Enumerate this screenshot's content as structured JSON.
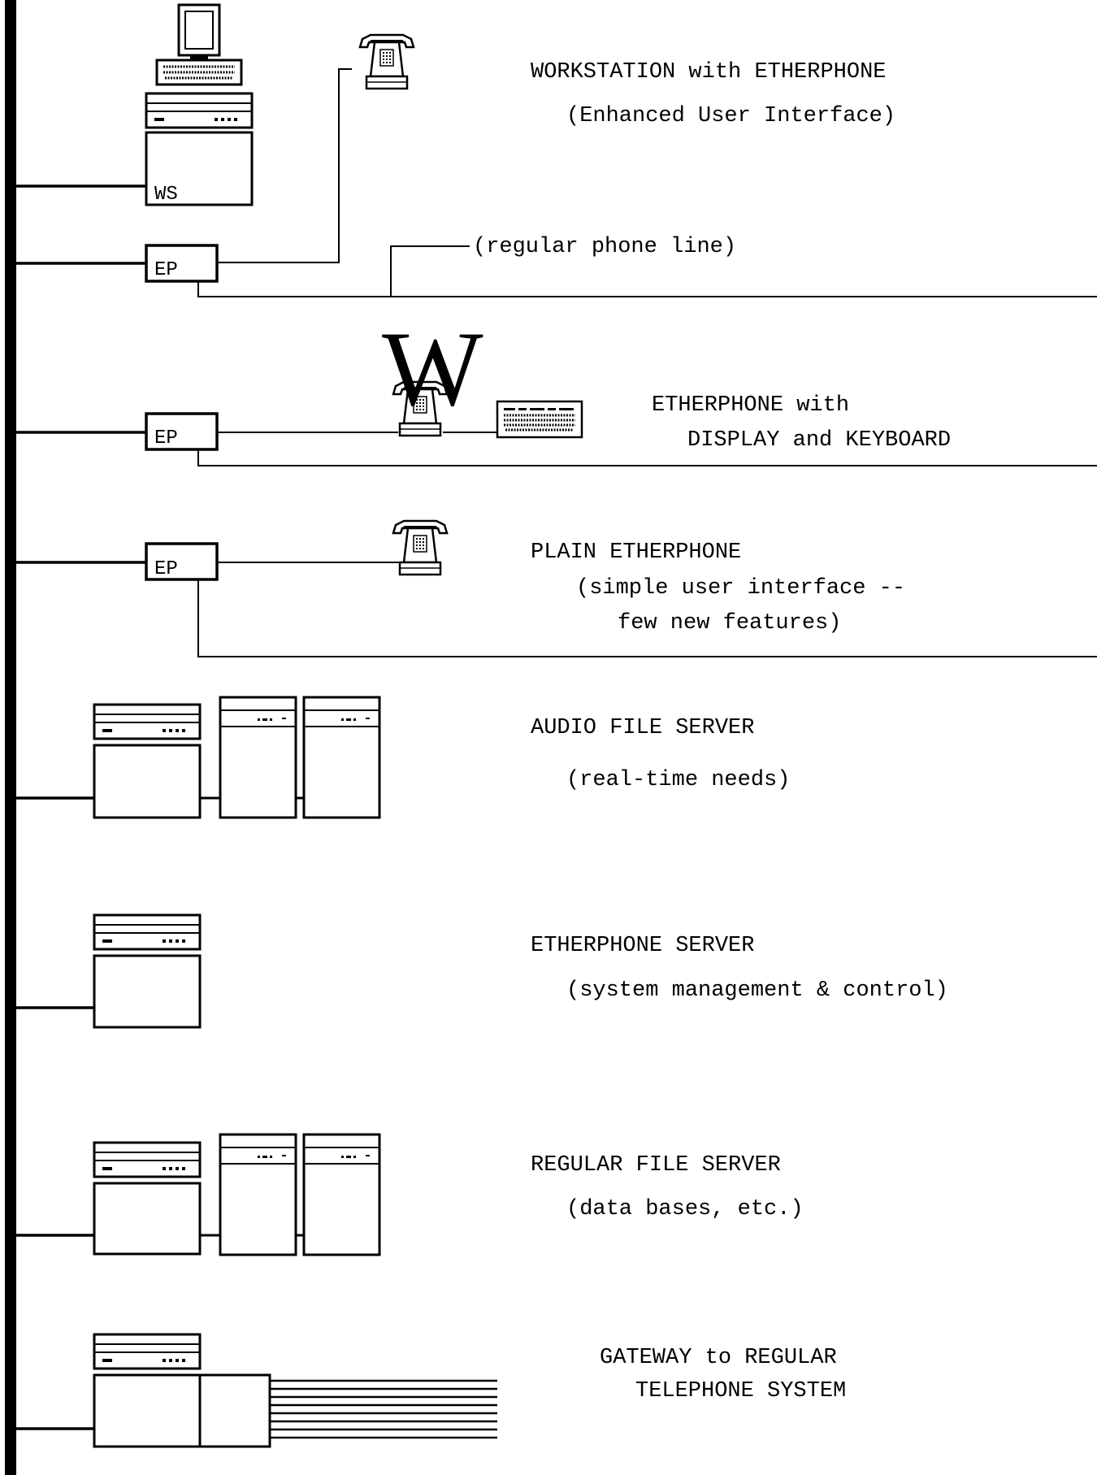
{
  "colors": {
    "ink": "#000000",
    "background": "#ffffff"
  },
  "rows": [
    {
      "id": "workstation",
      "title": "WORKSTATION with ETHERPHONE",
      "subtitle": "(Enhanced User Interface)",
      "ws_label": "WS",
      "ep_label": "EP",
      "phone_line_label": "(regular phone line)",
      "icons": [
        "terminal-icon",
        "keyboard-icon",
        "computer-icon",
        "telephone-icon"
      ]
    },
    {
      "id": "etherphone-display",
      "title": "ETHERPHONE with",
      "subtitle": "DISPLAY and KEYBOARD",
      "ep_label": "EP",
      "display_glyph": "W",
      "icons": [
        "telephone-icon",
        "keyboard-icon"
      ]
    },
    {
      "id": "plain-etherphone",
      "title": "PLAIN ETHERPHONE",
      "subtitle": "(simple user interface --",
      "subtitle2": "few new features)",
      "ep_label": "EP",
      "icons": [
        "telephone-icon"
      ]
    },
    {
      "id": "audio-file-server",
      "title": "AUDIO FILE SERVER",
      "subtitle": "(real-time needs)",
      "icons": [
        "server-icon",
        "disk-drive-icon",
        "disk-drive-icon"
      ]
    },
    {
      "id": "etherphone-server",
      "title": "ETHERPHONE SERVER",
      "subtitle": "(system management & control)",
      "icons": [
        "server-icon"
      ]
    },
    {
      "id": "regular-file-server",
      "title": "REGULAR FILE SERVER",
      "subtitle": "(data bases, etc.)",
      "icons": [
        "server-icon",
        "disk-drive-icon",
        "disk-drive-icon"
      ]
    },
    {
      "id": "gateway",
      "title": "GATEWAY to REGULAR",
      "subtitle": "TELEPHONE SYSTEM",
      "icons": [
        "server-icon",
        "trunk-lines-icon"
      ]
    }
  ]
}
